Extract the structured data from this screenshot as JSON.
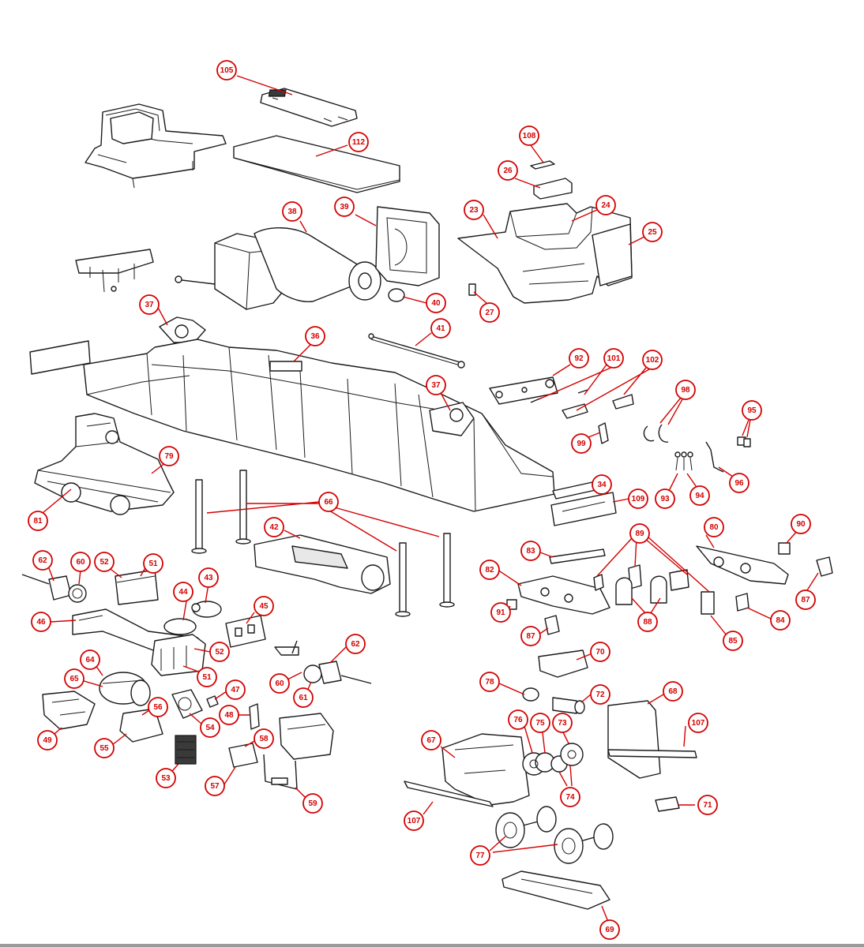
{
  "diagram": {
    "type": "exploded-parts-diagram",
    "colors": {
      "callout": "#d40000",
      "line_art": "#1a1a1a",
      "background": "#ffffff"
    },
    "callouts": [
      {
        "id": "c105",
        "label": "105"
      },
      {
        "id": "c112",
        "label": "112"
      },
      {
        "id": "c108",
        "label": "108"
      },
      {
        "id": "c26",
        "label": "26"
      },
      {
        "id": "c23",
        "label": "23"
      },
      {
        "id": "c24",
        "label": "24"
      },
      {
        "id": "c25",
        "label": "25"
      },
      {
        "id": "c27",
        "label": "27"
      },
      {
        "id": "c38",
        "label": "38"
      },
      {
        "id": "c39a",
        "label": "39"
      },
      {
        "id": "c40",
        "label": "40"
      },
      {
        "id": "c37a",
        "label": "37"
      },
      {
        "id": "c36",
        "label": "36"
      },
      {
        "id": "c41",
        "label": "41"
      },
      {
        "id": "c37b",
        "label": "37"
      },
      {
        "id": "c92",
        "label": "92"
      },
      {
        "id": "c101",
        "label": "101"
      },
      {
        "id": "c102",
        "label": "102"
      },
      {
        "id": "c98",
        "label": "98"
      },
      {
        "id": "c95",
        "label": "95"
      },
      {
        "id": "c99",
        "label": "99"
      },
      {
        "id": "c96",
        "label": "96"
      },
      {
        "id": "c93",
        "label": "93"
      },
      {
        "id": "c94",
        "label": "94"
      },
      {
        "id": "c79",
        "label": "79"
      },
      {
        "id": "c81",
        "label": "81"
      },
      {
        "id": "c66",
        "label": "66"
      },
      {
        "id": "c34a",
        "label": "34"
      },
      {
        "id": "c109",
        "label": "109"
      },
      {
        "id": "c80",
        "label": "80"
      },
      {
        "id": "c90",
        "label": "90"
      },
      {
        "id": "c87a",
        "label": "87"
      },
      {
        "id": "c42",
        "label": "42"
      },
      {
        "id": "c62a",
        "label": "62"
      },
      {
        "id": "c60a",
        "label": "60"
      },
      {
        "id": "c52a",
        "label": "52"
      },
      {
        "id": "c51a",
        "label": "51"
      },
      {
        "id": "c43",
        "label": "43"
      },
      {
        "id": "c44",
        "label": "44"
      },
      {
        "id": "c45",
        "label": "45"
      },
      {
        "id": "c46",
        "label": "46"
      },
      {
        "id": "c52b",
        "label": "52"
      },
      {
        "id": "c51b",
        "label": "51"
      },
      {
        "id": "c62b",
        "label": "62"
      },
      {
        "id": "c60b",
        "label": "60"
      },
      {
        "id": "c61",
        "label": "61"
      },
      {
        "id": "c83",
        "label": "83"
      },
      {
        "id": "c89",
        "label": "89"
      },
      {
        "id": "c82",
        "label": "82"
      },
      {
        "id": "c91",
        "label": "91"
      },
      {
        "id": "c87b",
        "label": "87"
      },
      {
        "id": "c88",
        "label": "88"
      },
      {
        "id": "c85",
        "label": "85"
      },
      {
        "id": "c84",
        "label": "84"
      },
      {
        "id": "c70",
        "label": "70"
      },
      {
        "id": "c64",
        "label": "64"
      },
      {
        "id": "c65",
        "label": "65"
      },
      {
        "id": "c56",
        "label": "56"
      },
      {
        "id": "c47",
        "label": "47"
      },
      {
        "id": "c48",
        "label": "48"
      },
      {
        "id": "c54",
        "label": "54"
      },
      {
        "id": "c49",
        "label": "49"
      },
      {
        "id": "c55",
        "label": "55"
      },
      {
        "id": "c53",
        "label": "53"
      },
      {
        "id": "c58",
        "label": "58"
      },
      {
        "id": "c57",
        "label": "57"
      },
      {
        "id": "c59",
        "label": "59"
      },
      {
        "id": "c78",
        "label": "78"
      },
      {
        "id": "c72",
        "label": "72"
      },
      {
        "id": "c68",
        "label": "68"
      },
      {
        "id": "c107a",
        "label": "107"
      },
      {
        "id": "c76",
        "label": "76"
      },
      {
        "id": "c75",
        "label": "75"
      },
      {
        "id": "c73",
        "label": "73"
      },
      {
        "id": "c67",
        "label": "67"
      },
      {
        "id": "c74",
        "label": "74"
      },
      {
        "id": "c71",
        "label": "71"
      },
      {
        "id": "c107b",
        "label": "107"
      },
      {
        "id": "c77",
        "label": "77"
      },
      {
        "id": "c69",
        "label": "69"
      }
    ]
  }
}
